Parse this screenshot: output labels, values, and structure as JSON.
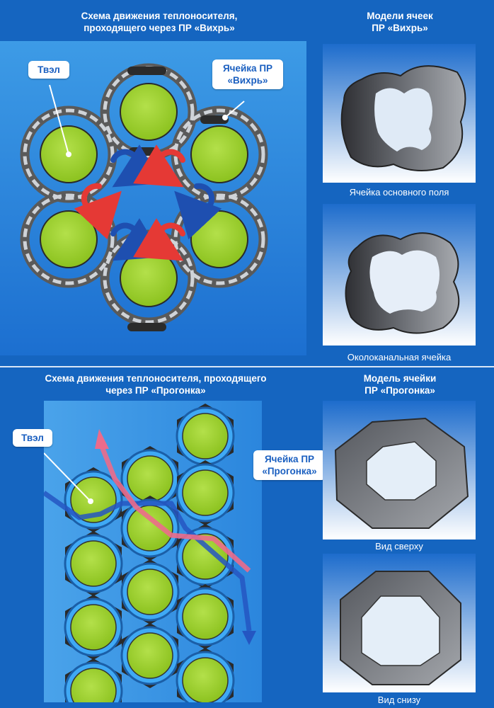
{
  "top": {
    "left_title_line1": "Схема движения теплоносителя,",
    "left_title_line2": "проходящего через ПР «Вихрь»",
    "right_title_line1": "Модели ячеек",
    "right_title_line2": "ПР «Вихрь»",
    "label_fuel": "Твэл",
    "label_cell_line1": "Ячейка ПР",
    "label_cell_line2": "«Вихрь»",
    "caption_main": "Ячейка основного поля",
    "caption_edge": "Околоканальная ячейка"
  },
  "bottom": {
    "left_title_line1": "Схема движения теплоносителя, проходящего",
    "left_title_line2": "через ПР «Прогонка»",
    "right_title_line1": "Модель ячейки",
    "right_title_line2": "ПР «Прогонка»",
    "label_fuel": "Твэл",
    "label_cell_line1": "Ячейка ПР",
    "label_cell_line2": "«Прогонка»",
    "caption_top": "Вид сверху",
    "caption_bottom": "Вид снизу"
  },
  "colors": {
    "background": "#1565c0",
    "fuel_rod": "#9acd32",
    "flow_red": "#e53935",
    "flow_blue": "#1e4fb0",
    "callout_text": "#1a5fc0"
  }
}
